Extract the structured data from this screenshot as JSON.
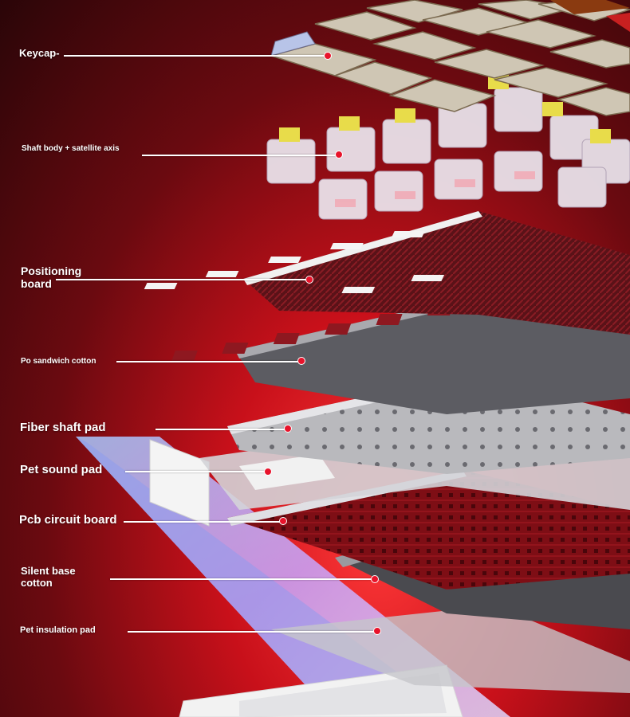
{
  "colors": {
    "background_dark": "#2a0508",
    "background_light": "#ff3838",
    "label_text": "#ffffff",
    "marker_dot": "#e8132b",
    "keycap": "#cfc6b4",
    "switch_stem": "#e8dc4a",
    "board_dark": "#3a3a3e",
    "pcb_red": "#8e1118"
  },
  "layers": [
    {
      "id": "keycap",
      "label": "Keycap-"
    },
    {
      "id": "shaft-body",
      "label": "Shaft body + satellite axis"
    },
    {
      "id": "positioning-board",
      "label": "Positioning board"
    },
    {
      "id": "po-sandwich-cotton",
      "label": "Po sandwich cotton"
    },
    {
      "id": "fiber-shaft-pad",
      "label": "Fiber shaft pad"
    },
    {
      "id": "pet-sound-pad",
      "label": "Pet sound pad"
    },
    {
      "id": "pcb-circuit-board",
      "label": "Pcb circuit board"
    },
    {
      "id": "silent-base-cotton",
      "label": "Silent base cotton"
    },
    {
      "id": "pet-insulation-pad",
      "label": "Pet insulation pad"
    }
  ]
}
